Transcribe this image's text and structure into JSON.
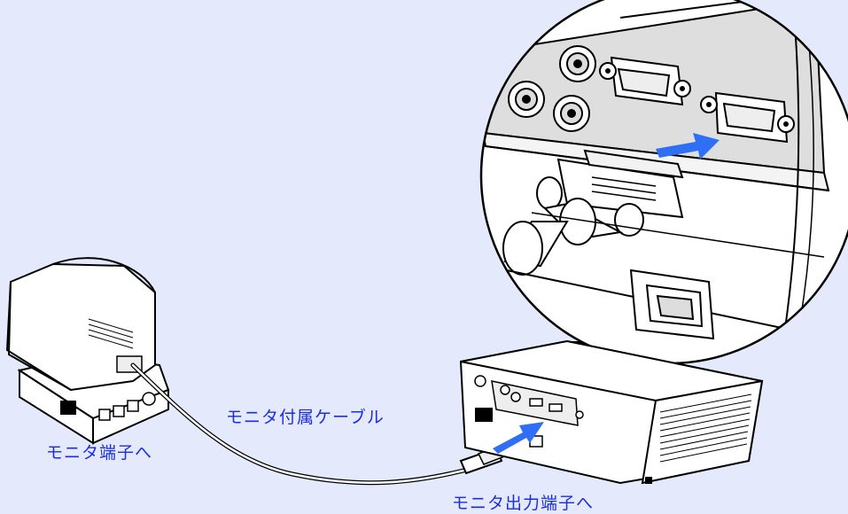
{
  "colors": {
    "background": "#e4e9fb",
    "label_text": "#1a2ee0",
    "arrow": "#2f6ff5",
    "device_fill": "#ffffff",
    "panel_fill": "#e6e6e6",
    "outline": "#000000"
  },
  "labels": {
    "cable": "モニタ付属ケーブル",
    "monitor_port": "モニタ端子へ",
    "output_port": "モニタ出力端子へ"
  },
  "icons": {
    "monitor": "crt-monitor-icon",
    "projector": "projector-icon",
    "cable": "vga-cable-icon",
    "zoom": "zoom-detail-icon"
  }
}
